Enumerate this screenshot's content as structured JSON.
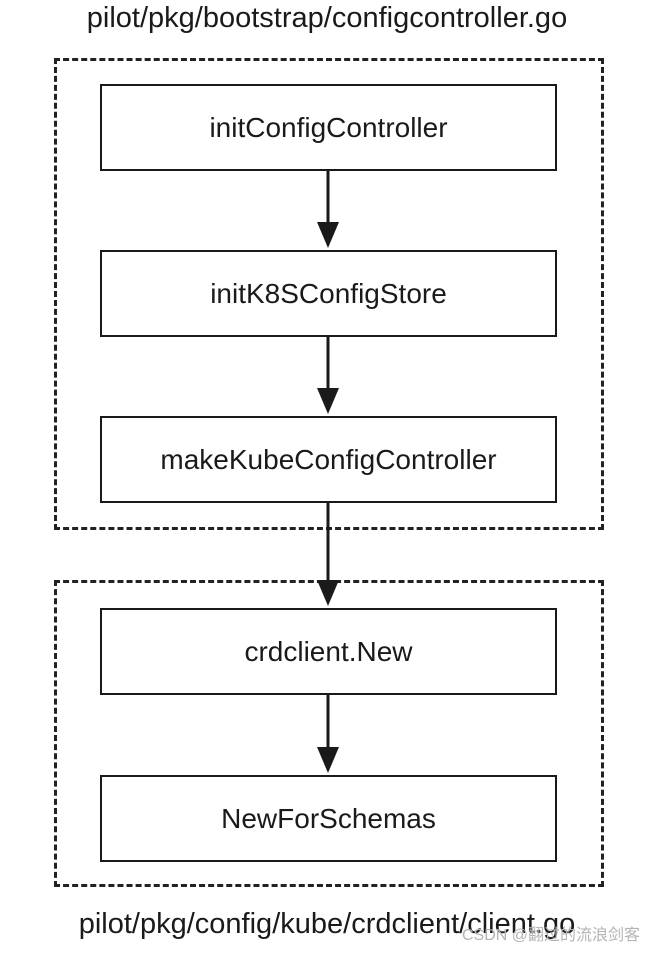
{
  "captions": {
    "top": "pilot/pkg/bootstrap/configcontroller.go",
    "bottom": "pilot/pkg/config/kube/crdclient/client.go"
  },
  "nodes": [
    {
      "label": "initConfigController"
    },
    {
      "label": "initK8SConfigStore"
    },
    {
      "label": "makeKubeConfigController"
    },
    {
      "label": "crdclient.New"
    },
    {
      "label": "NewForSchemas"
    }
  ],
  "edges": [
    {
      "from": "initConfigController",
      "to": "initK8SConfigStore"
    },
    {
      "from": "initK8SConfigStore",
      "to": "makeKubeConfigController"
    },
    {
      "from": "makeKubeConfigController",
      "to": "crdclient.New"
    },
    {
      "from": "crdclient.New",
      "to": "NewForSchemas"
    }
  ],
  "watermark": "CSDN @翻过的流浪剑客"
}
